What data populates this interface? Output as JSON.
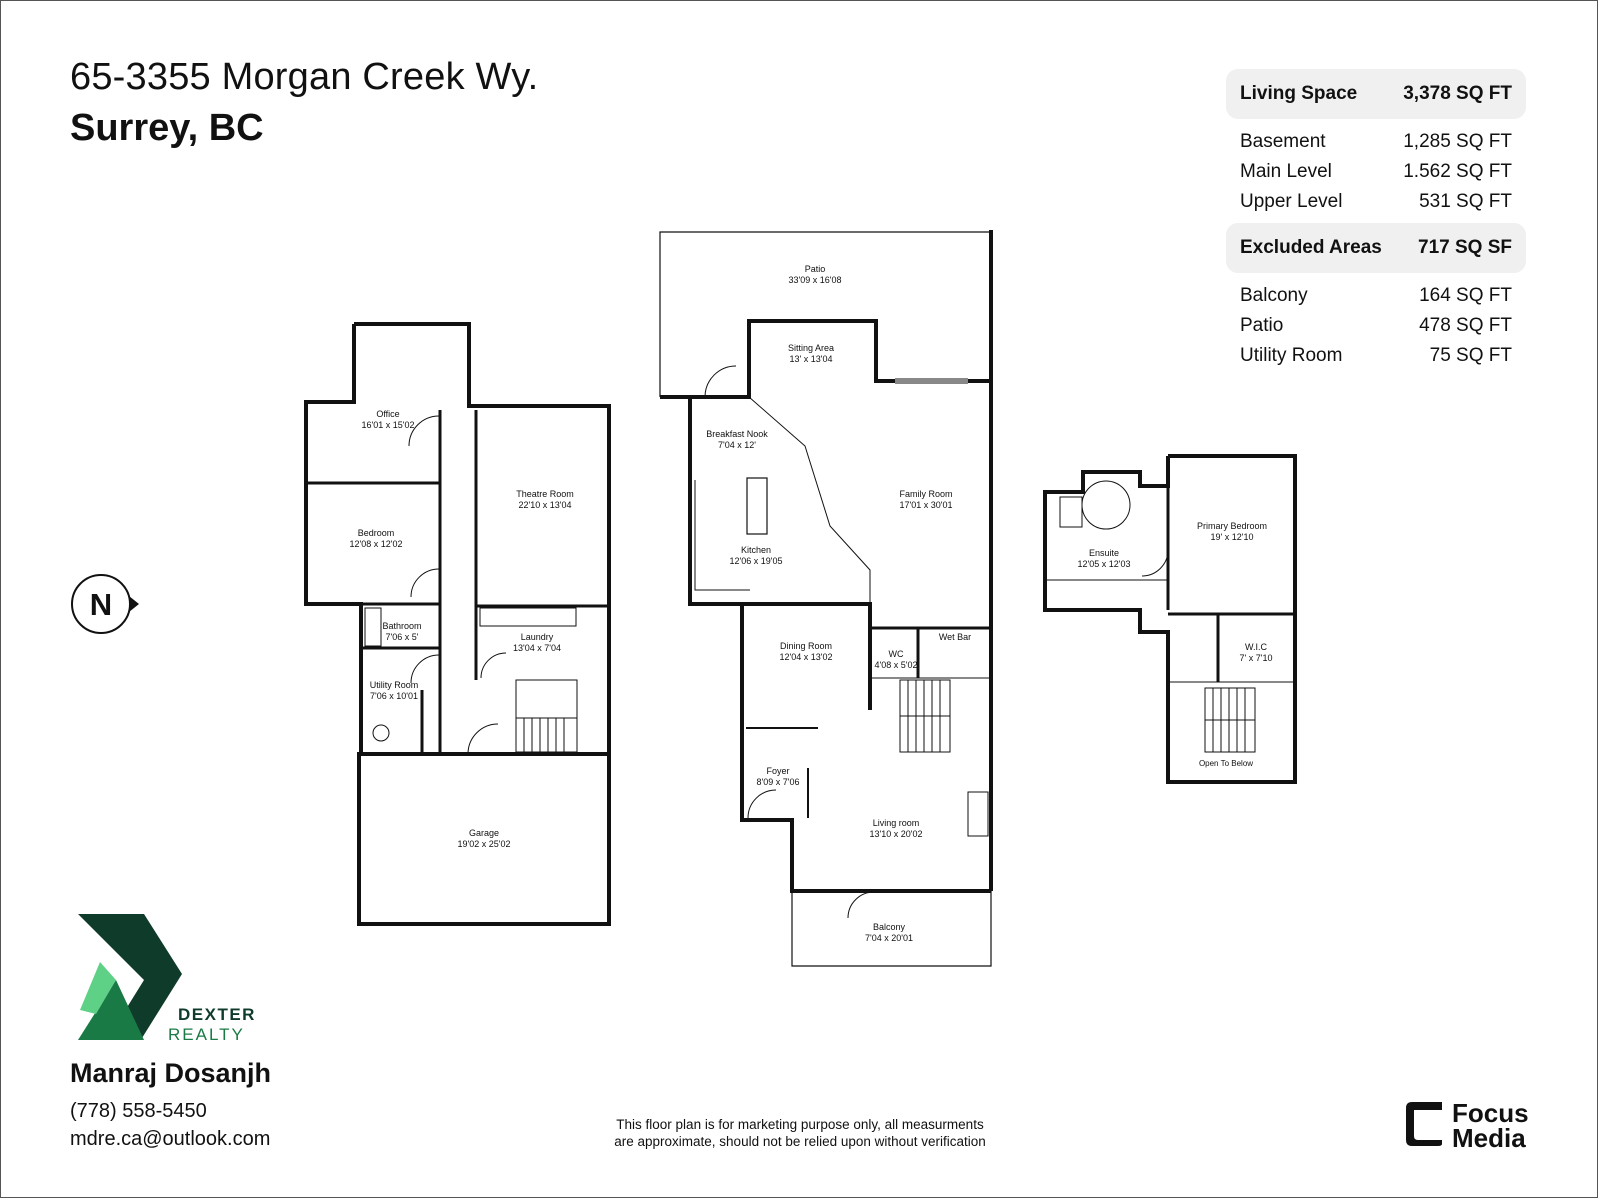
{
  "address": {
    "line1": "65-3355 Morgan Creek Wy.",
    "line2": "Surrey, BC"
  },
  "summary": {
    "living": {
      "label": "Living Space",
      "value": "3,378 SQ FT"
    },
    "living_rows": [
      {
        "label": "Basement",
        "value": "1,285 SQ FT"
      },
      {
        "label": "Main Level",
        "value": "1.562 SQ FT"
      },
      {
        "label": "Upper Level",
        "value": "531 SQ FT"
      }
    ],
    "excluded": {
      "label": "Excluded Areas",
      "value": "717 SQ SF"
    },
    "excluded_rows": [
      {
        "label": "Balcony",
        "value": "164 SQ FT"
      },
      {
        "label": "Patio",
        "value": "478 SQ FT"
      },
      {
        "label": "Utility Room",
        "value": "75 SQ FT"
      }
    ]
  },
  "compass": {
    "label": "N"
  },
  "rooms": {
    "office": {
      "name": "Office",
      "dim": "16'01 x 15'02"
    },
    "bedroom": {
      "name": "Bedroom",
      "dim": "12'08 x 12'02"
    },
    "theatre": {
      "name": "Theatre Room",
      "dim": "22'10 x 13'04"
    },
    "bathroom": {
      "name": "Bathroom",
      "dim": "7'06 x 5'"
    },
    "laundry": {
      "name": "Laundry",
      "dim": "13'04 x 7'04"
    },
    "utility": {
      "name": "Utility Room",
      "dim": "7'06 x 10'01"
    },
    "garage": {
      "name": "Garage",
      "dim": "19'02 x 25'02"
    },
    "patio": {
      "name": "Patio",
      "dim": "33'09 x 16'08"
    },
    "sitting": {
      "name": "Sitting Area",
      "dim": "13' x 13'04"
    },
    "nook": {
      "name": "Breakfast Nook",
      "dim": "7'04 x 12'"
    },
    "family": {
      "name": "Family Room",
      "dim": "17'01 x 30'01"
    },
    "kitchen": {
      "name": "Kitchen",
      "dim": "12'06 x 19'05"
    },
    "dining": {
      "name": "Dining Room",
      "dim": "12'04 x 13'02"
    },
    "wc": {
      "name": "WC",
      "dim": "4'08 x 5'02"
    },
    "wetbar": {
      "name": "Wet Bar"
    },
    "foyer": {
      "name": "Foyer",
      "dim": "8'09 x 7'06"
    },
    "living": {
      "name": "Living room",
      "dim": "13'10 x 20'02"
    },
    "balcony": {
      "name": "Balcony",
      "dim": "7'04 x 20'01"
    },
    "ensuite": {
      "name": "Ensuite",
      "dim": "12'05 x 12'03"
    },
    "primary": {
      "name": "Primary Bedroom",
      "dim": "19' x 12'10"
    },
    "wic": {
      "name": "W.I.C",
      "dim": "7' x 7'10"
    },
    "opentobelow": {
      "name": "Open To Below"
    }
  },
  "brand": {
    "line1": "DEXTER",
    "line2": "REALTY"
  },
  "agent": {
    "name": "Manraj Dosanjh",
    "phone": "(778) 558-5450",
    "email": "mdre.ca@outlook.com"
  },
  "disclaimer": {
    "line1": "This floor plan is for marketing purpose only, all measurments",
    "line2": "are approximate, should not be relied upon without verification"
  },
  "focus": {
    "line1": "Focus",
    "line2": "Media"
  },
  "colors": {
    "dark_green": "#0f3b2b",
    "mid_green": "#1a7a45",
    "light_green": "#5fd186",
    "wall": "#111111"
  }
}
